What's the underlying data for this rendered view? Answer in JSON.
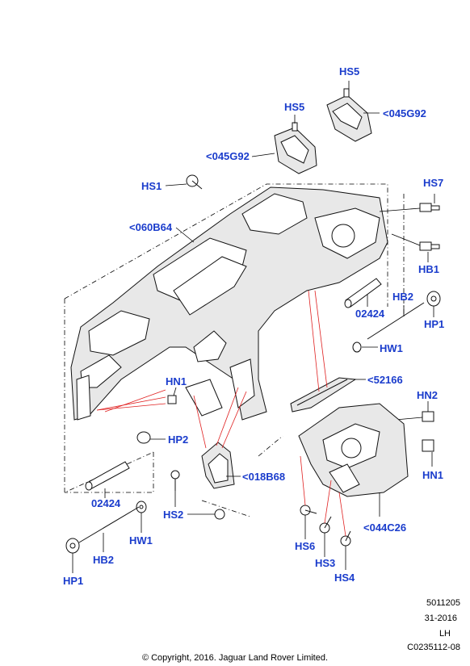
{
  "labels": {
    "hs5_top": "HS5",
    "c045g92_top": "<045G92",
    "hs5_mid": "HS5",
    "c045g92_mid": "<045G92",
    "hs1": "HS1",
    "hs7": "HS7",
    "c060b64": "<060B64",
    "hb1": "HB1",
    "hb2_right": "HB2",
    "c02424_right": "02424",
    "hp1_right": "HP1",
    "hw1_right": "HW1",
    "c52166": "<52166",
    "hn1_left": "HN1",
    "hn2": "HN2",
    "hp2": "HP2",
    "hn1_right": "HN1",
    "c018b68": "<018B68",
    "c02424_left": "02424",
    "hs2": "HS2",
    "hw1_left": "HW1",
    "c044c26": "<044C26",
    "hs6": "HS6",
    "hs3": "HS3",
    "hb2_left": "HB2",
    "hs4": "HS4",
    "hp1_left": "HP1"
  },
  "meta": {
    "ref1": "5011205",
    "ref2": "31-2016",
    "side": "LH",
    "ref3": "C0235112-08"
  },
  "copyright": "© Copyright, 2016. Jaguar Land Rover Limited."
}
